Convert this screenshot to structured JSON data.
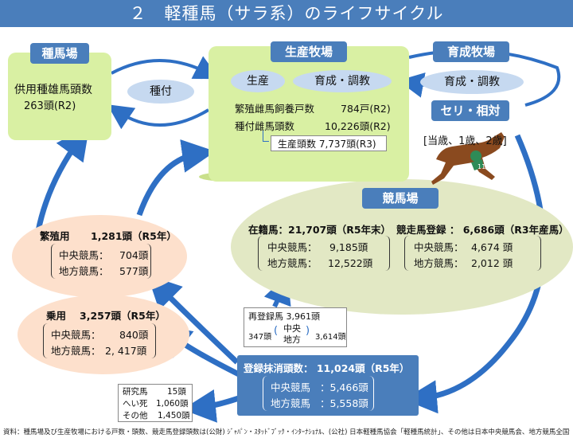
{
  "title": "２　軽種馬（サラ系）のライフサイクル",
  "stud": {
    "tag": "種馬場",
    "label": "供用種雄馬頭数",
    "value": "263頭(R2)"
  },
  "breeding_link": "種付",
  "farm": {
    "tag": "生産牧場",
    "oval1": "生産",
    "oval2": "育成・調教",
    "row1_label": "繁殖雌馬飼養戸数",
    "row1_value": "784戸(R2)",
    "row2_label": "種付雌馬頭数",
    "row2_value": "10,226頭(R2)",
    "row3": "生産頭数 7,737頭(R3)"
  },
  "training": {
    "tag": "育成牧場",
    "oval": "育成・調教",
    "sale_tag": "セリ・相対",
    "ages": "[当歳、1歳、2歳]"
  },
  "racecourse": {
    "tag": "競馬場",
    "left_head": "在籍馬：21,707頭（R5年末）",
    "left_rows": [
      {
        "label": "中央競馬：",
        "value": "9,185頭"
      },
      {
        "label": "地方競馬：",
        "value": "12,522頭"
      }
    ],
    "right_head": "競走馬登録 ： 6,686頭（R3年産馬）",
    "right_rows": [
      {
        "label": "中央競馬：",
        "value": "4,674 頭"
      },
      {
        "label": "地方競馬：",
        "value": "2,012 頭"
      }
    ]
  },
  "broodmare": {
    "head_label": "繁殖用",
    "head_value": "1,281頭（R5年）",
    "rows": [
      {
        "label": "中央競馬：",
        "value": "704頭"
      },
      {
        "label": "地方競馬：",
        "value": "577頭"
      }
    ]
  },
  "riding": {
    "head_label": "乗用",
    "head_value": "3,257頭（R5年）",
    "rows": [
      {
        "label": "中央競馬：",
        "value": "840頭"
      },
      {
        "label": "地方競馬：",
        "value": "2, 417頭"
      }
    ]
  },
  "reregister": {
    "head": "再登録馬 3,961頭",
    "left_num": "347頭",
    "mid_top": "中央",
    "mid_bottom": "地方",
    "right_num": "3,614頭"
  },
  "deregister": {
    "head": "登録抹消頭数： 11,024頭（R5年）",
    "rows": [
      {
        "label": "中央競馬",
        "value": "：5,466頭"
      },
      {
        "label": "地方競馬",
        "value": "：5,558頭"
      }
    ]
  },
  "others": [
    {
      "label": "研究馬",
      "value": "15頭"
    },
    {
      "label": "へい死",
      "value": "1,060頭"
    },
    {
      "label": "その他",
      "value": "1,450頭"
    }
  ],
  "footnote": "資料：種馬場及び生産牧場における戸数・頭数、競走馬登録頭数は(公財) ｼﾞｬﾊﾟﾝ・ｽﾀｯﾄﾞﾌﾞｯｸ・ｲﾝﾀｰﾅｼｮﾅﾙ、(公社) 日本軽種馬協会「軽種馬統計」、その他は日本中央競馬会、地方競馬全国協会調べ",
  "colors": {
    "blue": "#4a7ebb",
    "arrow": "#2e6fc4",
    "green": "#d9f0a3",
    "peach": "#fde0cc",
    "olive": "#e2e8c4"
  }
}
